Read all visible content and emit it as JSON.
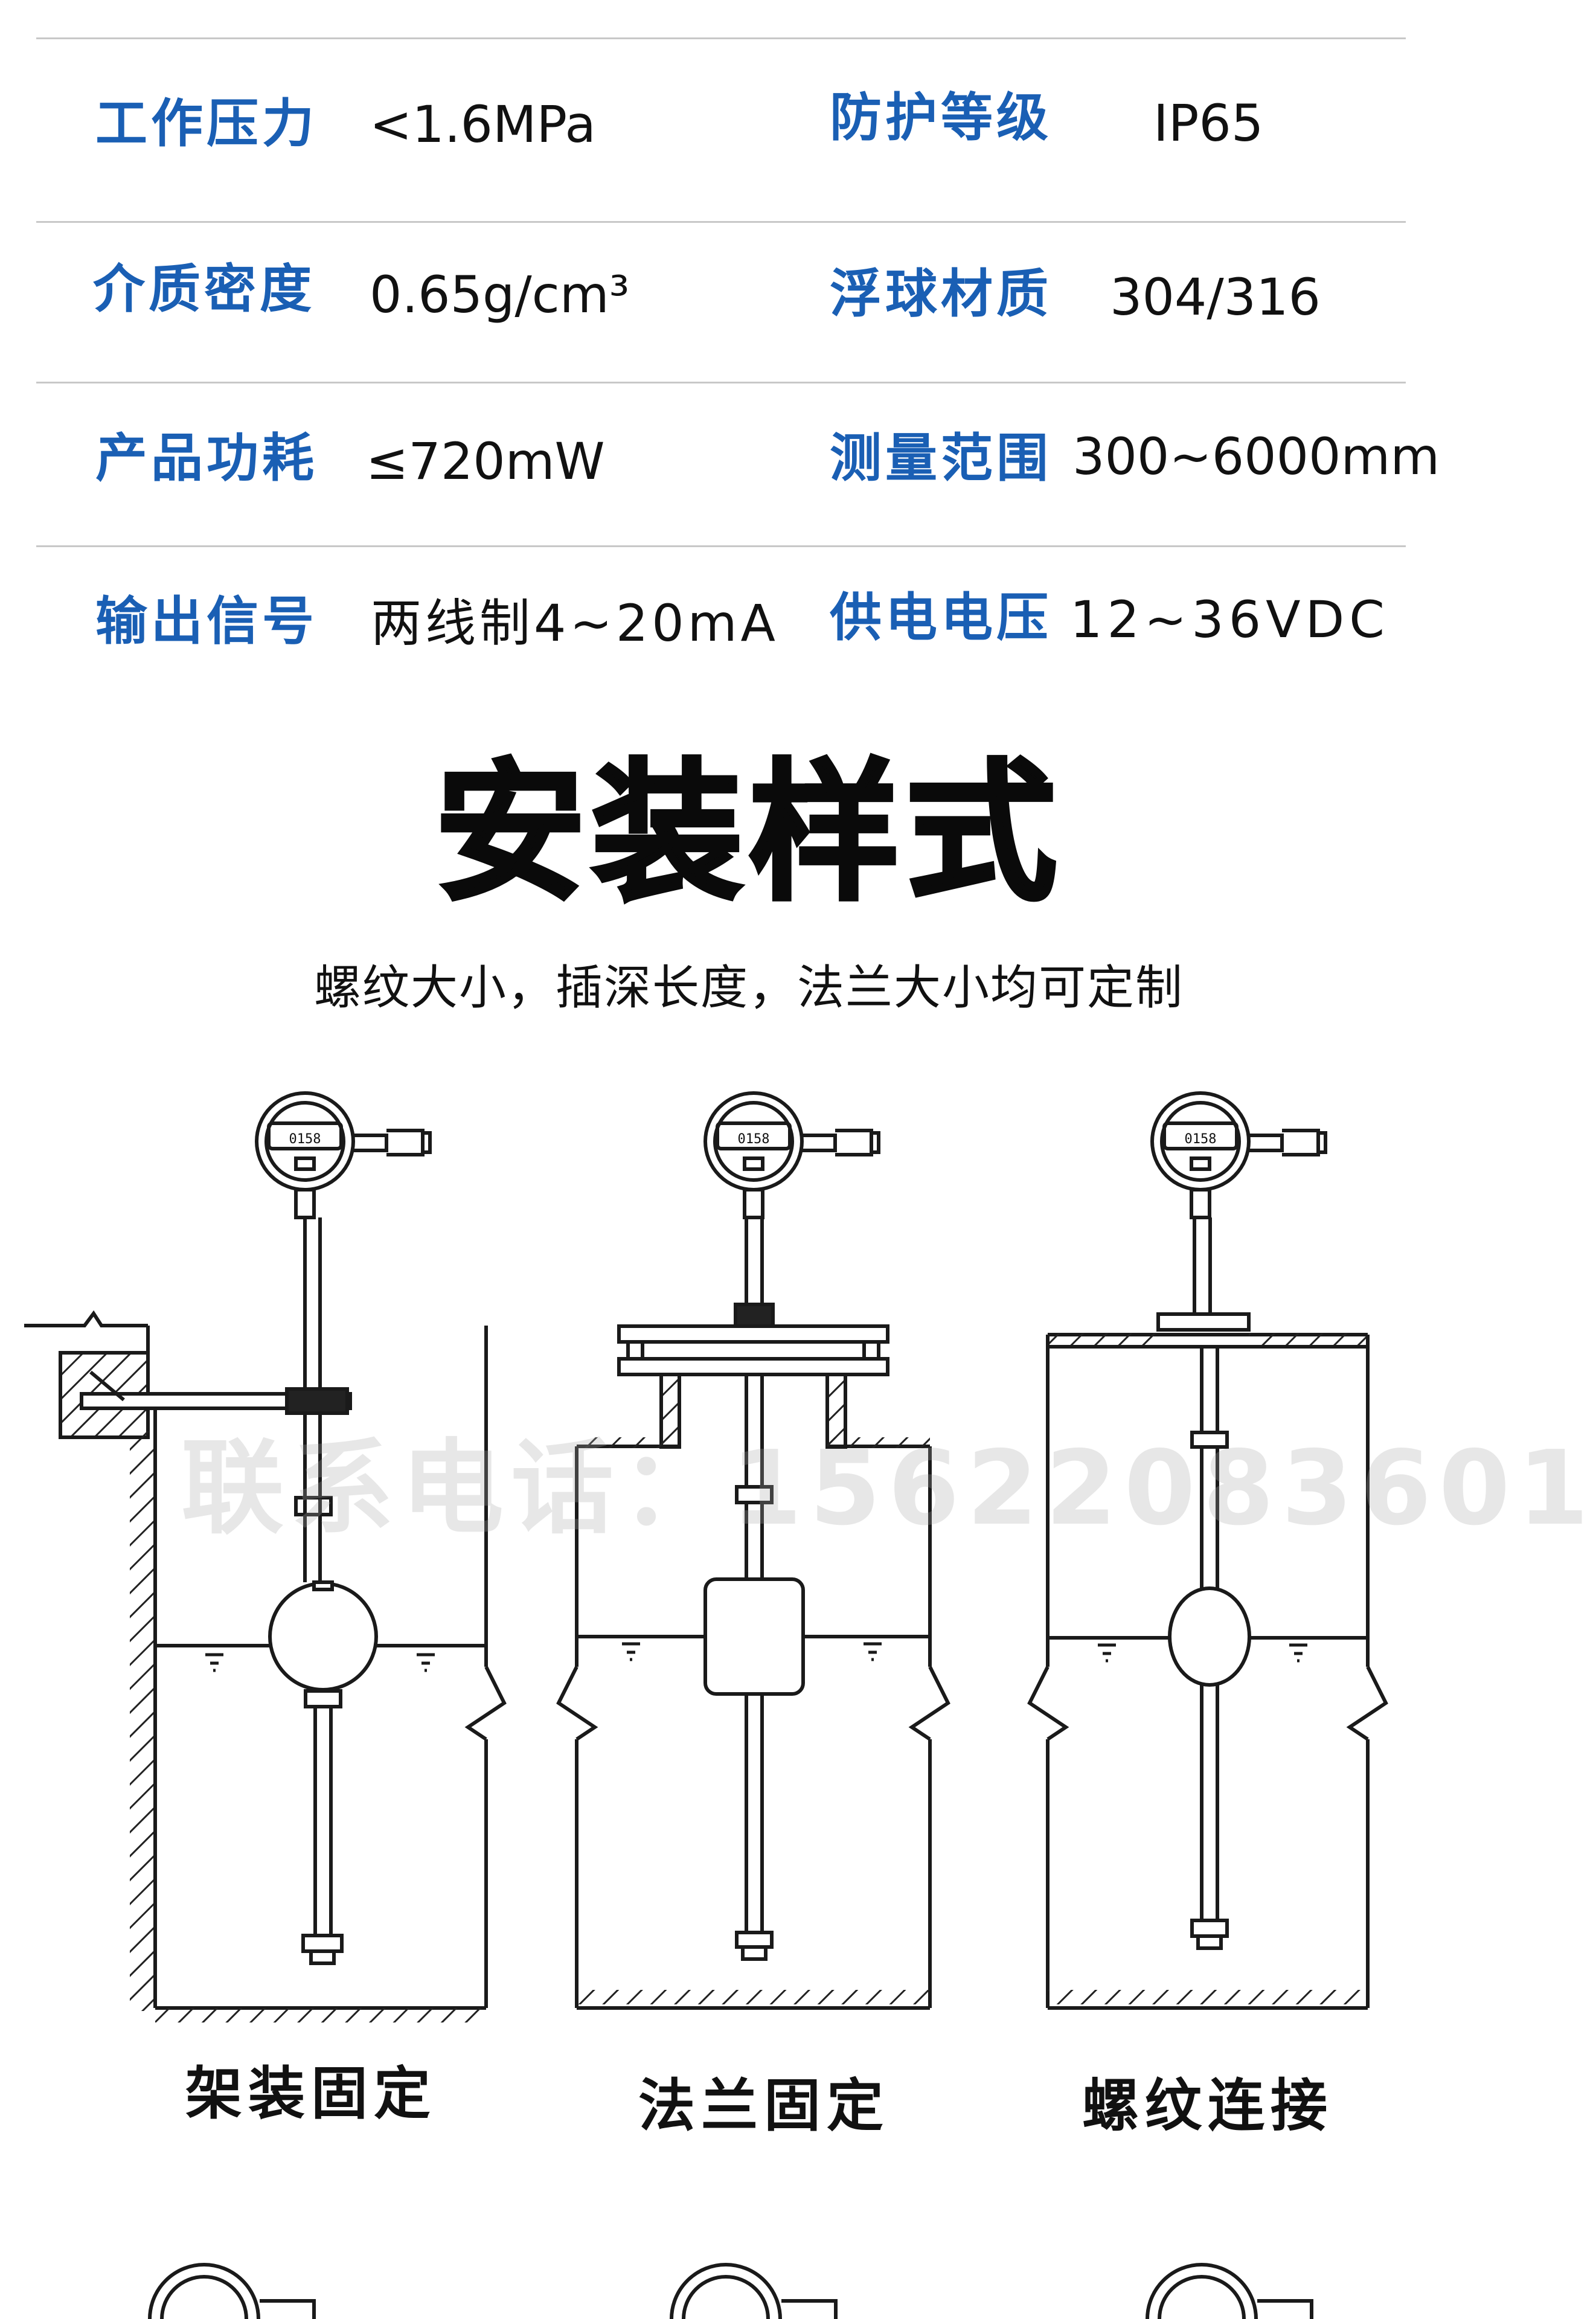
{
  "specs": [
    {
      "label": "工作压力",
      "value": "<1.6MPa"
    },
    {
      "label": "防护等级",
      "value": "IP65"
    },
    {
      "label": "介质密度",
      "value": "0.65g/cm³"
    },
    {
      "label": "浮球材质",
      "value": "304/316"
    },
    {
      "label": "产品功耗",
      "value": "≤720mW"
    },
    {
      "label": "测量范围",
      "value": "300~6000mm"
    },
    {
      "label": "输出信号",
      "value": "两线制4~20mA"
    },
    {
      "label": "供电电压",
      "value": "12~36VDC"
    }
  ],
  "section": {
    "title": "安装样式",
    "subtitle": "螺纹大小，插深长度，法兰大小均可定制"
  },
  "diagrams": [
    {
      "caption": "架装固定",
      "display_reading": "0158"
    },
    {
      "caption": "法兰固定",
      "display_reading": "0158"
    },
    {
      "caption": "螺纹连接",
      "display_reading": "0158"
    }
  ],
  "watermark": "联系电话：15622083601",
  "colors": {
    "label": "#1a5fb4",
    "text": "#111111",
    "line": "#c8c8c8"
  }
}
